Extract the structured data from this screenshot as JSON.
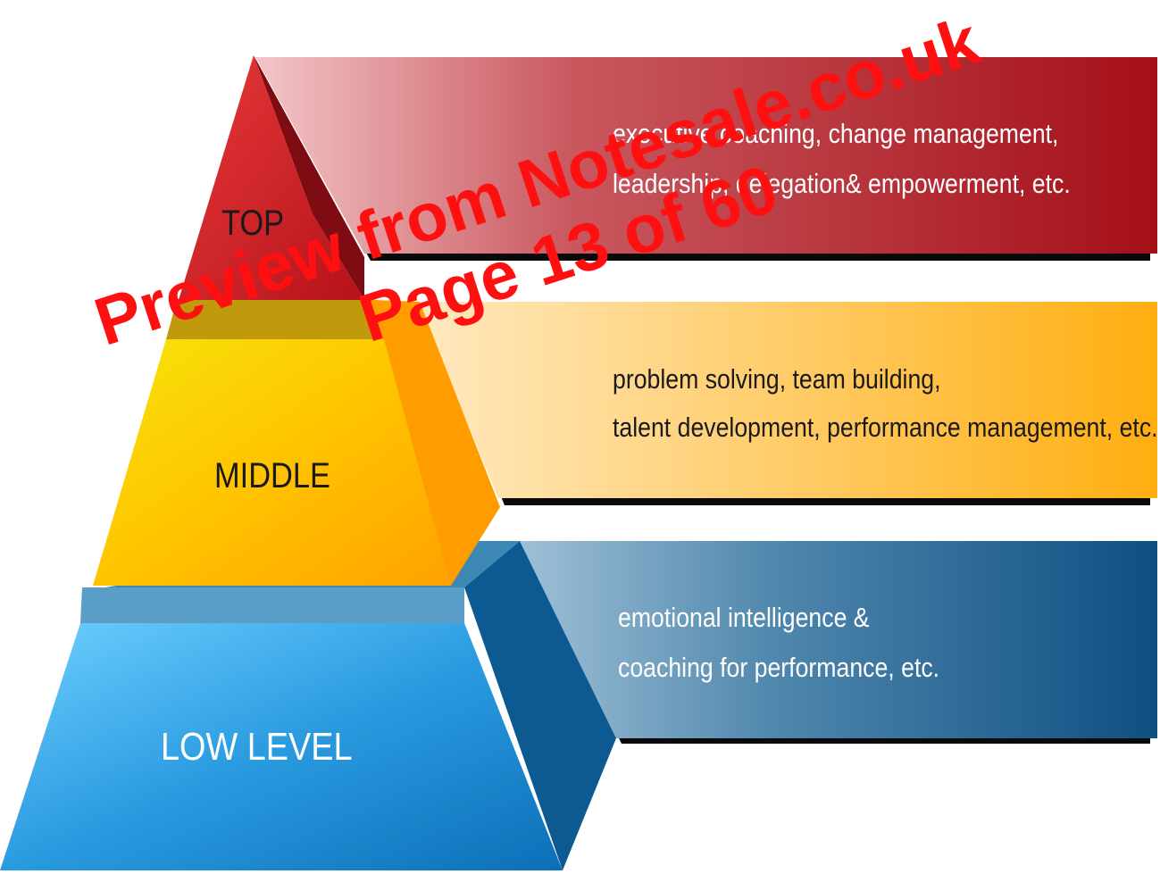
{
  "tiers": [
    {
      "label": "TOP",
      "lines": [
        "executive coaching, change management,",
        "leadership, delegation& empowerment, etc."
      ]
    },
    {
      "label": "MIDDLE",
      "lines": [
        "problem solving, team building,",
        "talent development, performance management, etc."
      ]
    },
    {
      "label": "LOW LEVEL",
      "lines": [
        "emotional intelligence &",
        "coaching for performance, etc."
      ]
    }
  ],
  "watermark": {
    "line1": "Preview from Notesale.co.uk",
    "line2": "Page 13 of 60"
  },
  "colors": {
    "top": "#b3121a",
    "middle": "#f5b400",
    "low": "#1e8fd6",
    "watermark": "#ff1010"
  }
}
